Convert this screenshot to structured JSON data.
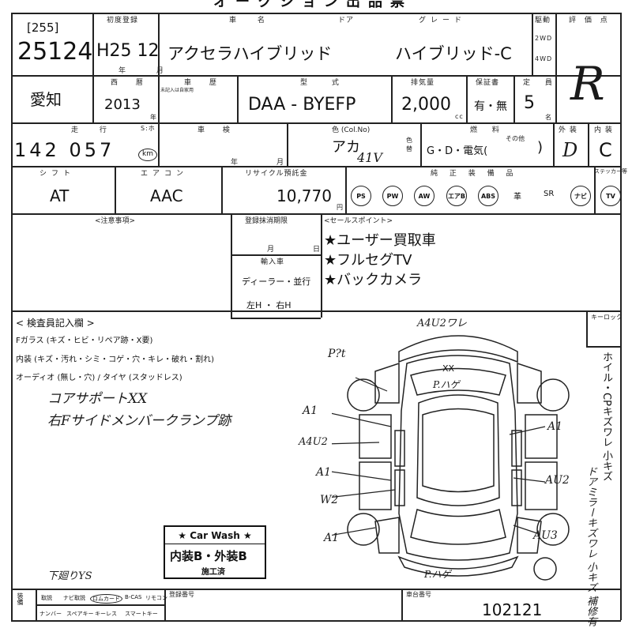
{
  "header": {
    "top_title": "オークション出品票",
    "lot_code": "[255]",
    "lot_number": "25124",
    "first_reg_label": "初度登録",
    "first_reg": "H25 12",
    "year_month_label": "年 月",
    "car_name_label": "車 名",
    "car_name": "アクセラハイブリッド",
    "door_label": "ドア",
    "grade_label": "グレード",
    "grade": "ハイブリッド-C",
    "drive_label": "駆動",
    "drive_2wd": "2WD",
    "drive_4wd": "4WD",
    "score_label": "評 価 点",
    "score": "R"
  },
  "row2": {
    "region": "愛知",
    "year_label": "西 暦",
    "year": "2013",
    "year_unit": "年",
    "history_label": "車 歴",
    "history_note": "未記入は自家用",
    "model_label": "型 式",
    "model": "DAA - BYEFP",
    "displacement_label": "排気量",
    "displacement": "2,000",
    "displacement_unit": "cc",
    "warranty_label": "保証書",
    "warranty": "有・無",
    "capacity_label": "定 員",
    "capacity": "5",
    "capacity_unit": "名"
  },
  "row3": {
    "mileage_label": "走 行",
    "mileage_sub": "S:ホ",
    "mileage": "142 057",
    "mileage_unit": "km",
    "inspection_label": "車 検",
    "inspection_year": "年",
    "inspection_month": "月",
    "color_label": "色 (Col.No)",
    "color": "アカ",
    "color_code": "41V",
    "color_change": "色替",
    "fuel_label": "燃 料",
    "fuel": "G・D・電気(",
    "fuel_other": "その他",
    "fuel_close": ")",
    "exterior_label": "外 装",
    "exterior": "D",
    "interior_label": "内 装",
    "interior": "C"
  },
  "row4": {
    "shift_label": "シフト",
    "shift": "AT",
    "aircon_label": "エアコン",
    "aircon": "AAC",
    "recycle_label": "リサイクル預託金",
    "recycle": "10,770",
    "recycle_unit": "円",
    "equipment_label": "純 正 装 備 品",
    "sticker_label": "ステッカー等",
    "equipment": [
      "PS",
      "PW",
      "AW",
      "エアB",
      "ABS",
      "革",
      "SR",
      "ナビ",
      "TV"
    ]
  },
  "notes": {
    "caution_label": "<注意事項>",
    "expiry_label": "登録抹消期限",
    "month_label": "月",
    "day_label": "日",
    "import_label": "輸入車",
    "dealer": "ディーラー・並行",
    "handle": "左H ・ 右H",
    "sales_label": "<セールスポイント>",
    "sales_points": [
      "★ユーザー買取車",
      "★フルセグTV",
      "★バックカメラ"
    ]
  },
  "inspector": {
    "title": "< 検査員記入欄 >",
    "glass_line": "Fガラス (キズ・ヒビ・リペア跡・X要)",
    "interior_line": "内装 (キズ・汚れ・シミ・コゲ・穴・キレ・破れ・割れ)",
    "audio_line": "オーディオ (無し・穴) / タイヤ (スタッドレス)",
    "note1": "コアサポートXX",
    "note2": "右Fサイドメンバークランプ跡",
    "bottom_note": "下廻りYS",
    "key_label": "キーロック",
    "side_note": "ホイル・CPキズワレ 小キズ",
    "side_note2": "ドアミラーキズワレ 小キズ 補修有"
  },
  "diagram_marks": {
    "rear": "A4U2ワレ",
    "rear_left_label": "P?t",
    "trunk": "P.ハゲ",
    "xx": "XX",
    "left1": "A1",
    "left2": "A4U2",
    "left3": "A1",
    "left4": "W2",
    "left5": "A1",
    "right1": "A1",
    "right2": "AU2",
    "right3": "AU3",
    "front": "P.ハゲ"
  },
  "carwash": {
    "title": "★ Car Wash ★",
    "grade": "内装B・外装B",
    "done": "施工済"
  },
  "footer": {
    "side_label": "装備",
    "items_row1": [
      "取説",
      "ナビ取説",
      "ロムカード",
      "B-CAS",
      "リモコン"
    ],
    "items_row2": [
      "ナンバー",
      "スペアキー",
      "キーレス",
      "スマートキー"
    ],
    "reg_label": "登録番号",
    "chassis_label": "車台番号",
    "chassis": "102121"
  }
}
